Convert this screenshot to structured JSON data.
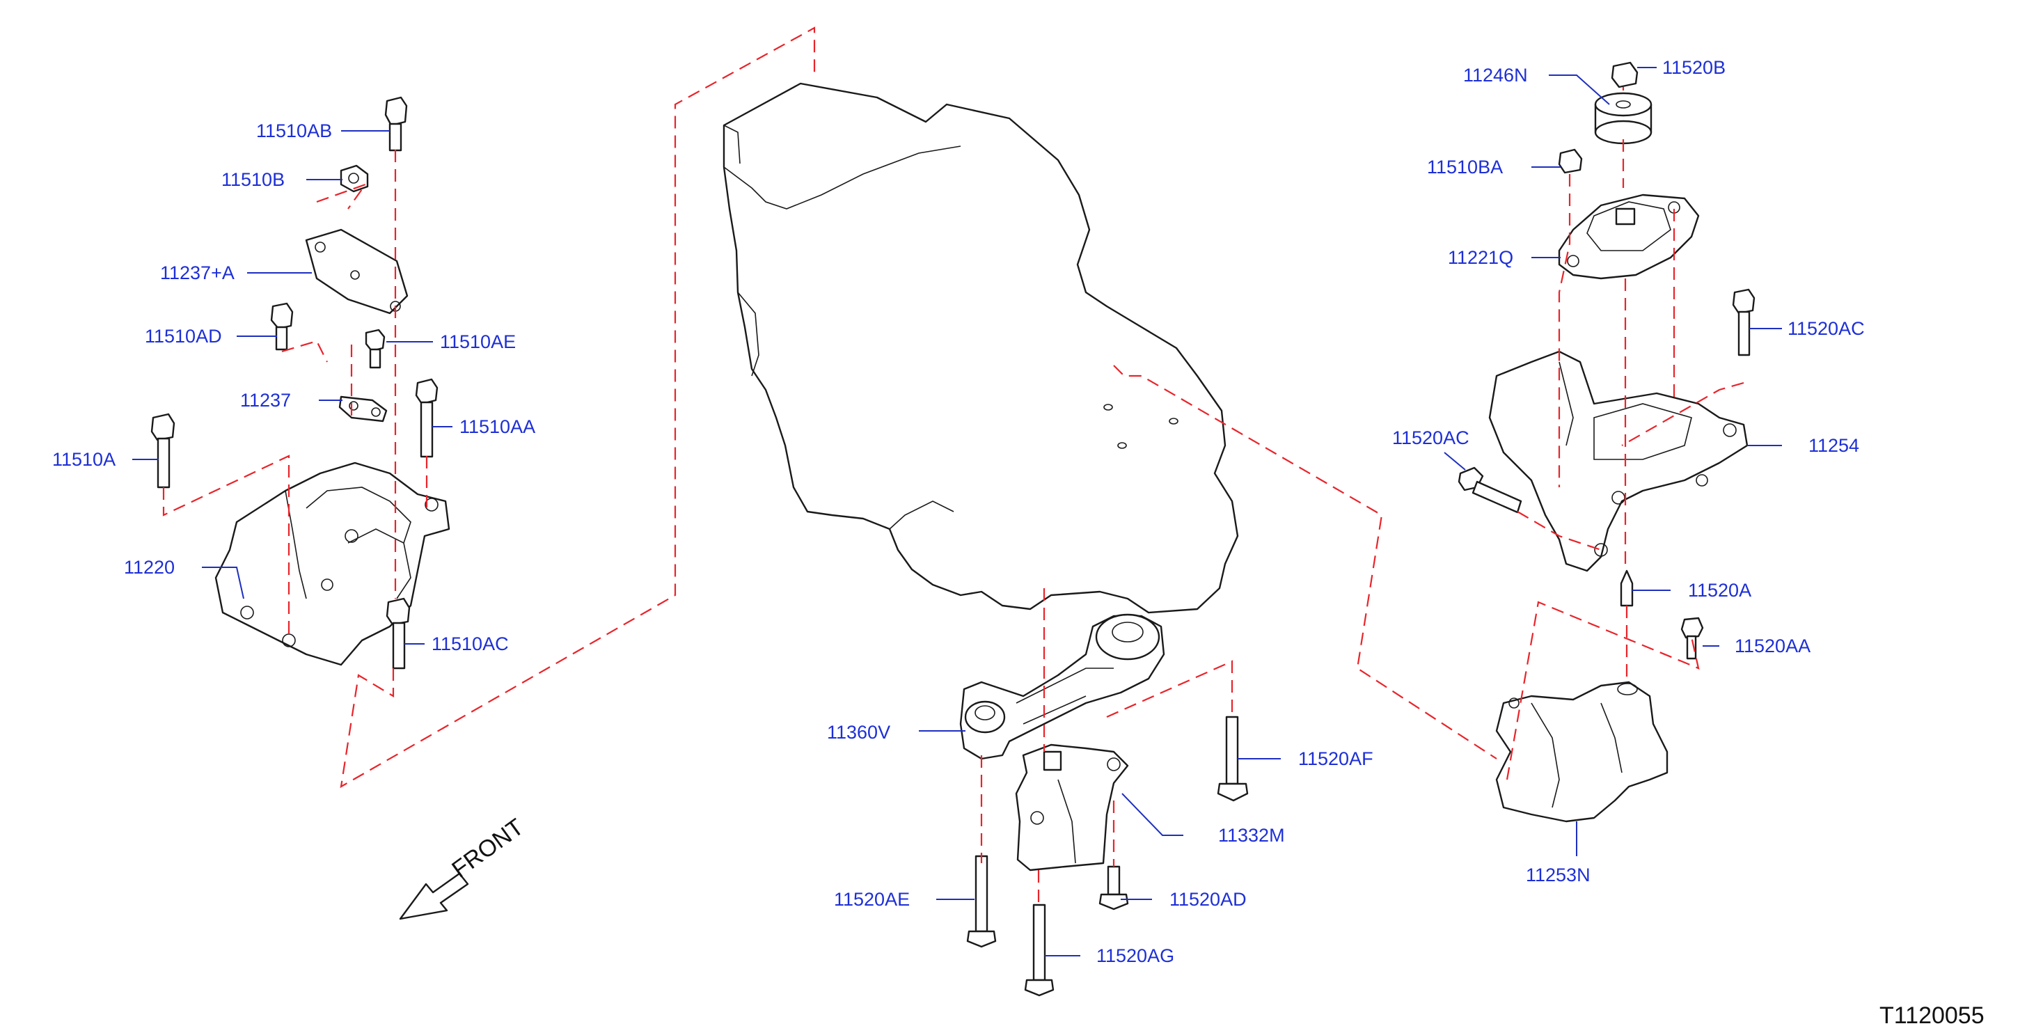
{
  "diagram_code": "T1120055",
  "front_label": "FRONT",
  "labels": {
    "p11510AB": "11510AB",
    "p11510B": "11510B",
    "p11237A": "11237+A",
    "p11510AD": "11510AD",
    "p11510AE": "11510AE",
    "p11237": "11237",
    "p11510AA": "11510AA",
    "p11510A": "11510A",
    "p11220": "11220",
    "p11510AC": "11510AC",
    "p11246N": "11246N",
    "p11520B": "11520B",
    "p11510BA": "11510BA",
    "p11221Q": "11221Q",
    "p11520AC_right": "11520AC",
    "p11520AC_left": "11520AC",
    "p11254": "11254",
    "p11520A": "11520A",
    "p11520AA": "11520AA",
    "p11253N": "11253N",
    "p11360V": "11360V",
    "p11520AF": "11520AF",
    "p11332M": "11332M",
    "p11520AE": "11520AE",
    "p11520AD": "11520AD",
    "p11520AG": "11520AG"
  }
}
